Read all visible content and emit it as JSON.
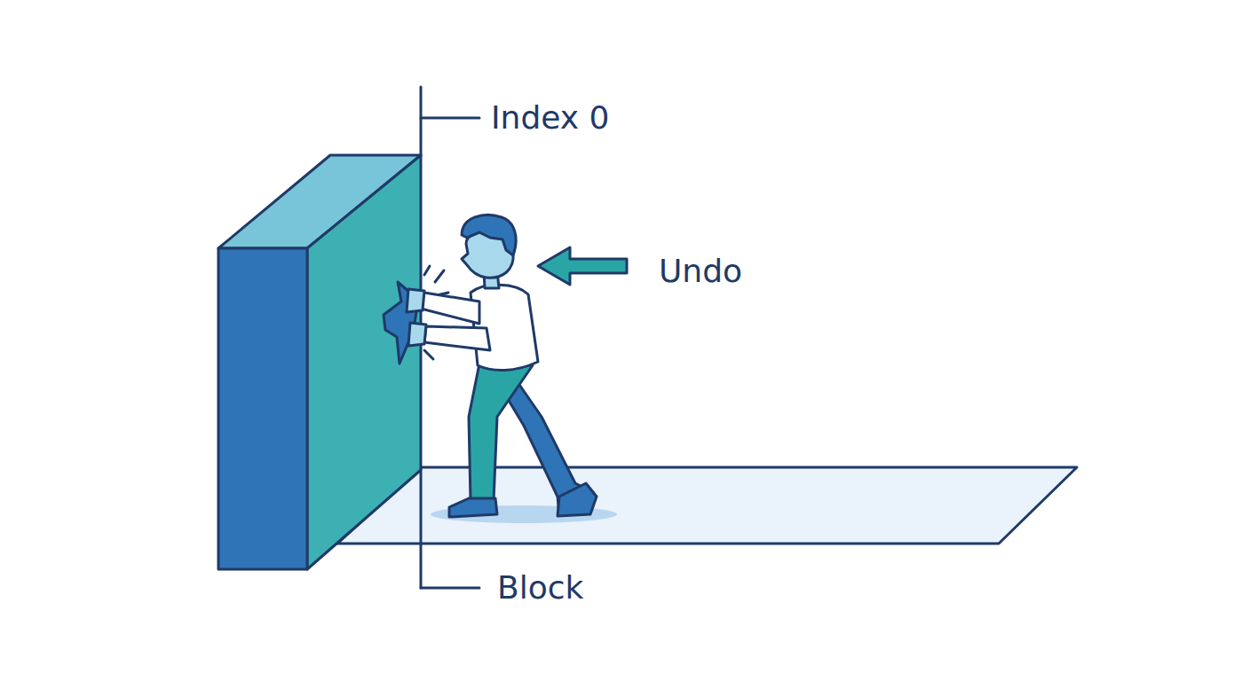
{
  "diagram": {
    "labels": [
      "Index 0",
      "Undo",
      "Block"
    ]
  }
}
